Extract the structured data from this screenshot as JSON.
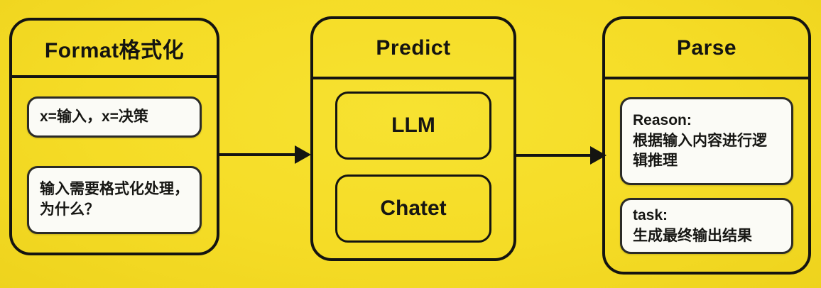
{
  "colors": {
    "background": "#f5dc26",
    "stroke": "#141411",
    "card_fill": "#fbfbf6",
    "card_stroke": "#2b2b27"
  },
  "diagram": {
    "nodes": [
      {
        "id": "format",
        "title": "Format格式化",
        "items": [
          {
            "lines": [
              "x=输入，x=决策"
            ]
          },
          {
            "lines": [
              "输入需要格式化处理，为什么？"
            ]
          }
        ]
      },
      {
        "id": "predict",
        "title": "Predict",
        "items": [
          {
            "lines": [
              "LLM"
            ]
          },
          {
            "lines": [
              "Chatet"
            ]
          }
        ]
      },
      {
        "id": "parse",
        "title": "Parse",
        "items": [
          {
            "lines": [
              "Reason:",
              "根据输入内容进行逻辑推理"
            ]
          },
          {
            "lines": [
              "task:",
              "生成最终输出结果"
            ]
          }
        ]
      }
    ],
    "arrows": [
      {
        "from": "format",
        "to": "predict"
      },
      {
        "from": "predict",
        "to": "parse"
      }
    ]
  }
}
